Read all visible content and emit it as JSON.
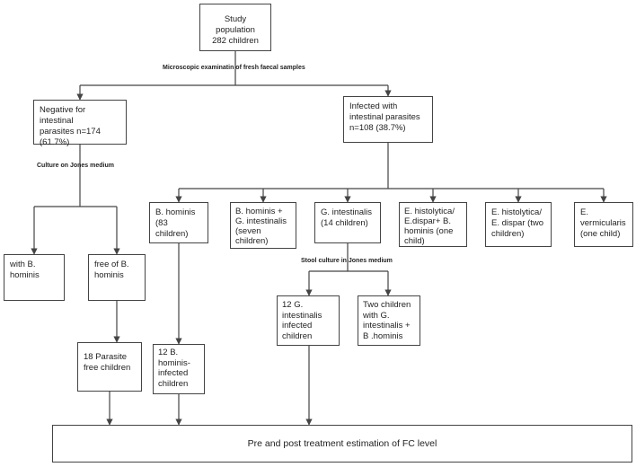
{
  "boxes": {
    "study": "Study population\n282 children",
    "negative": "Negative for intestinal\nparasites n=174\n(61.7%)",
    "infected": "Infected with\nintestinal parasites\nn=108 (38.7%)",
    "with_bh": "with B.\nhominis",
    "free_bh": "free of  B.\nhominis",
    "parasite_free": "18 Parasite\nfree children",
    "bh83": "B. hominis\n(83 children)",
    "bh_infected": "12 B.\nhominis-\ninfected\nchildren",
    "bh_gi": "B. hominis +\nG. intestinalis\n(seven\nchildren)",
    "gi14": "G. intestinalis\n(14 children)",
    "gi_infected": "12 G.\nintestinalis\ninfected\nchildren",
    "two_children": "Two children\nwith G.\nintestinalis +\nB .hominis",
    "eh_ed_bh": "E. histolytica/\nE.dispar+ B.\nhominis  (one\nchild)",
    "eh_ed": "E. histolytica/\nE. dispar (two\nchildren)",
    "ev": "E.\nvermicularis\n(one child)",
    "fc": "Pre and post treatment estimation of FC level"
  },
  "labels": {
    "microscopic": "Microscopic examinatin of fresh faecal samples",
    "culture": "Culture on Jones medium",
    "stool": "Stool culture in Jones medium"
  }
}
